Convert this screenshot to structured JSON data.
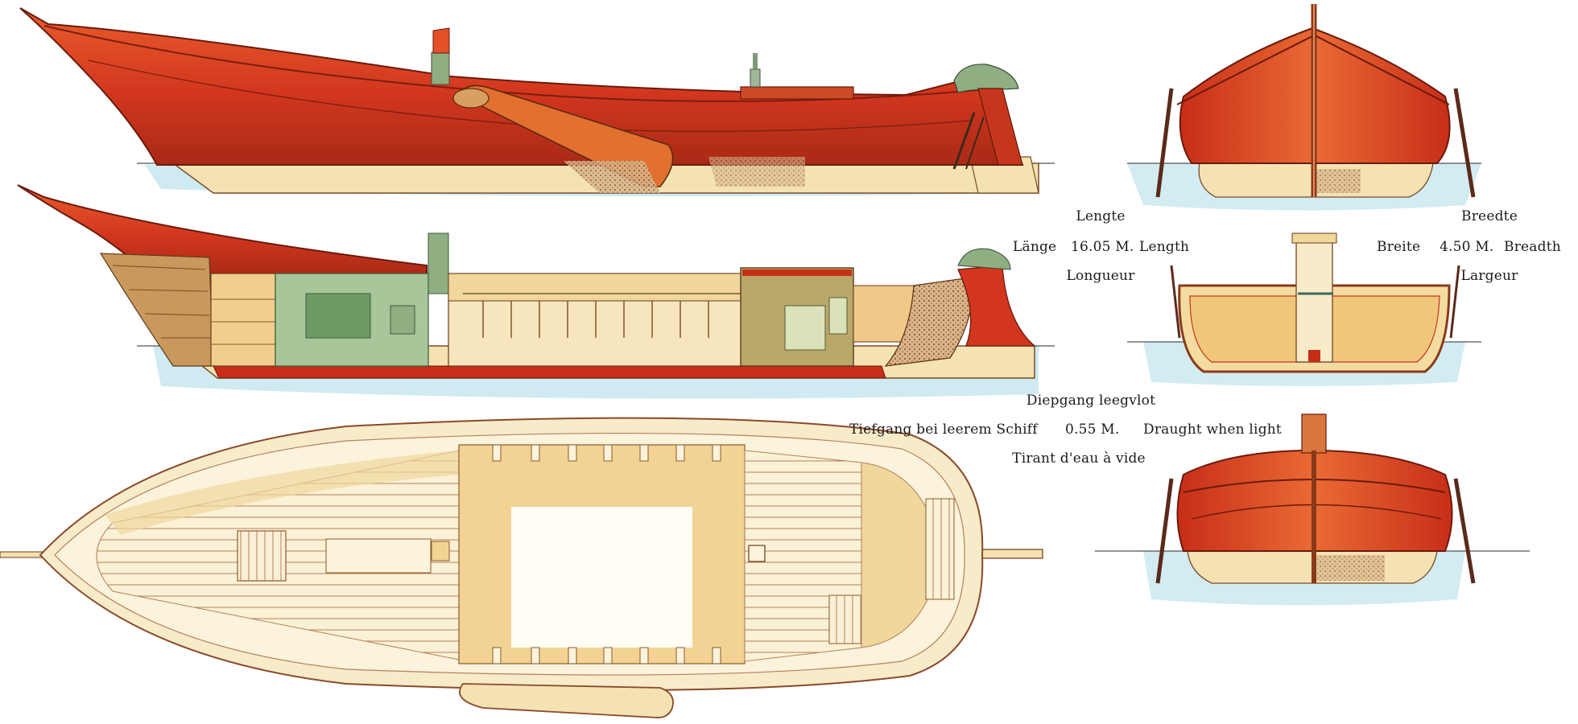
{
  "dimensions": {
    "length": {
      "nl": "Lengte",
      "de": "Länge",
      "en": "Length",
      "fr": "Longueur",
      "value": "16.05 M."
    },
    "breadth": {
      "nl": "Breedte",
      "de": "Breite",
      "en": "Breadth",
      "fr": "Largeur",
      "value": "4.50 M."
    },
    "draught": {
      "nl": "Diepgang leegvlot",
      "de": "Tiefgang bei leerem Schiff",
      "en": "Draught when light",
      "fr": "Tirant d'eau à vide",
      "value": "0.55 M."
    }
  },
  "colors": {
    "hull_red": "#d2361e",
    "hull_dark": "#8a1f10",
    "hull_light": "#e85c2c",
    "wood_cream": "#f4e2b2",
    "wood_tan": "#e6c07c",
    "water": "#bfe4ec",
    "green": "#8fae82",
    "ink": "#5a2a1a"
  }
}
